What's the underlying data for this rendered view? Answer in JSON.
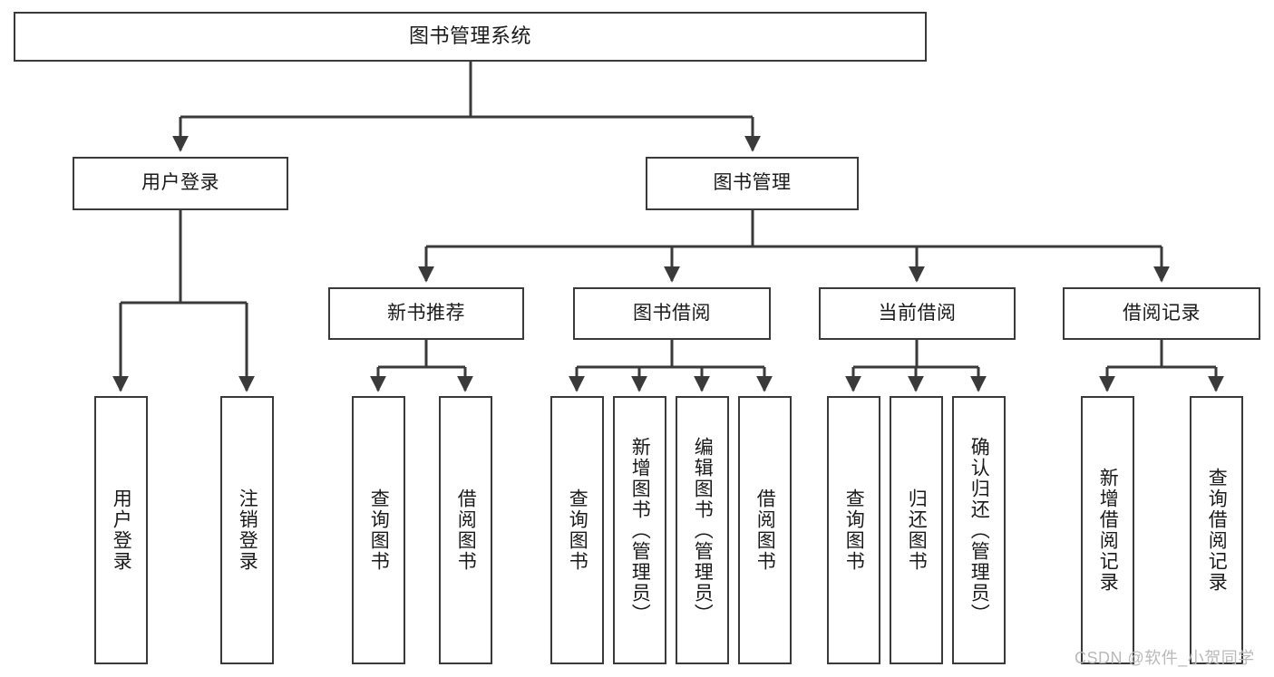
{
  "diagram": {
    "type": "hierarchy-tree",
    "title": "图书管理系统",
    "root": {
      "label": "图书管理系统"
    },
    "level2": [
      {
        "label": "用户登录"
      },
      {
        "label": "图书管理"
      }
    ],
    "level3": [
      {
        "label": "新书推荐"
      },
      {
        "label": "图书借阅"
      },
      {
        "label": "当前借阅"
      },
      {
        "label": "借阅记录"
      }
    ],
    "leaves": {
      "user_login": [
        {
          "label": "用户登录"
        },
        {
          "label": "注销登录"
        }
      ],
      "new_book_recommend": [
        {
          "label": "查询图书"
        },
        {
          "label": "借阅图书"
        }
      ],
      "book_borrow": [
        {
          "label": "查询图书"
        },
        {
          "label": "新增图书（管理员）"
        },
        {
          "label": "编辑图书（管理员）"
        },
        {
          "label": "借阅图书"
        }
      ],
      "current_borrow": [
        {
          "label": "查询图书"
        },
        {
          "label": "归还图书"
        },
        {
          "label": "确认归还（管理员）"
        }
      ],
      "borrow_record": [
        {
          "label": "新增借阅记录"
        },
        {
          "label": "查询借阅记录"
        }
      ]
    }
  },
  "watermark": {
    "text": "CSDN @软件_小贺同学"
  },
  "colors": {
    "stroke": "#3a3a3a",
    "background": "#ffffff",
    "text": "#1a1a1a",
    "watermark": "#b9b9b9"
  }
}
